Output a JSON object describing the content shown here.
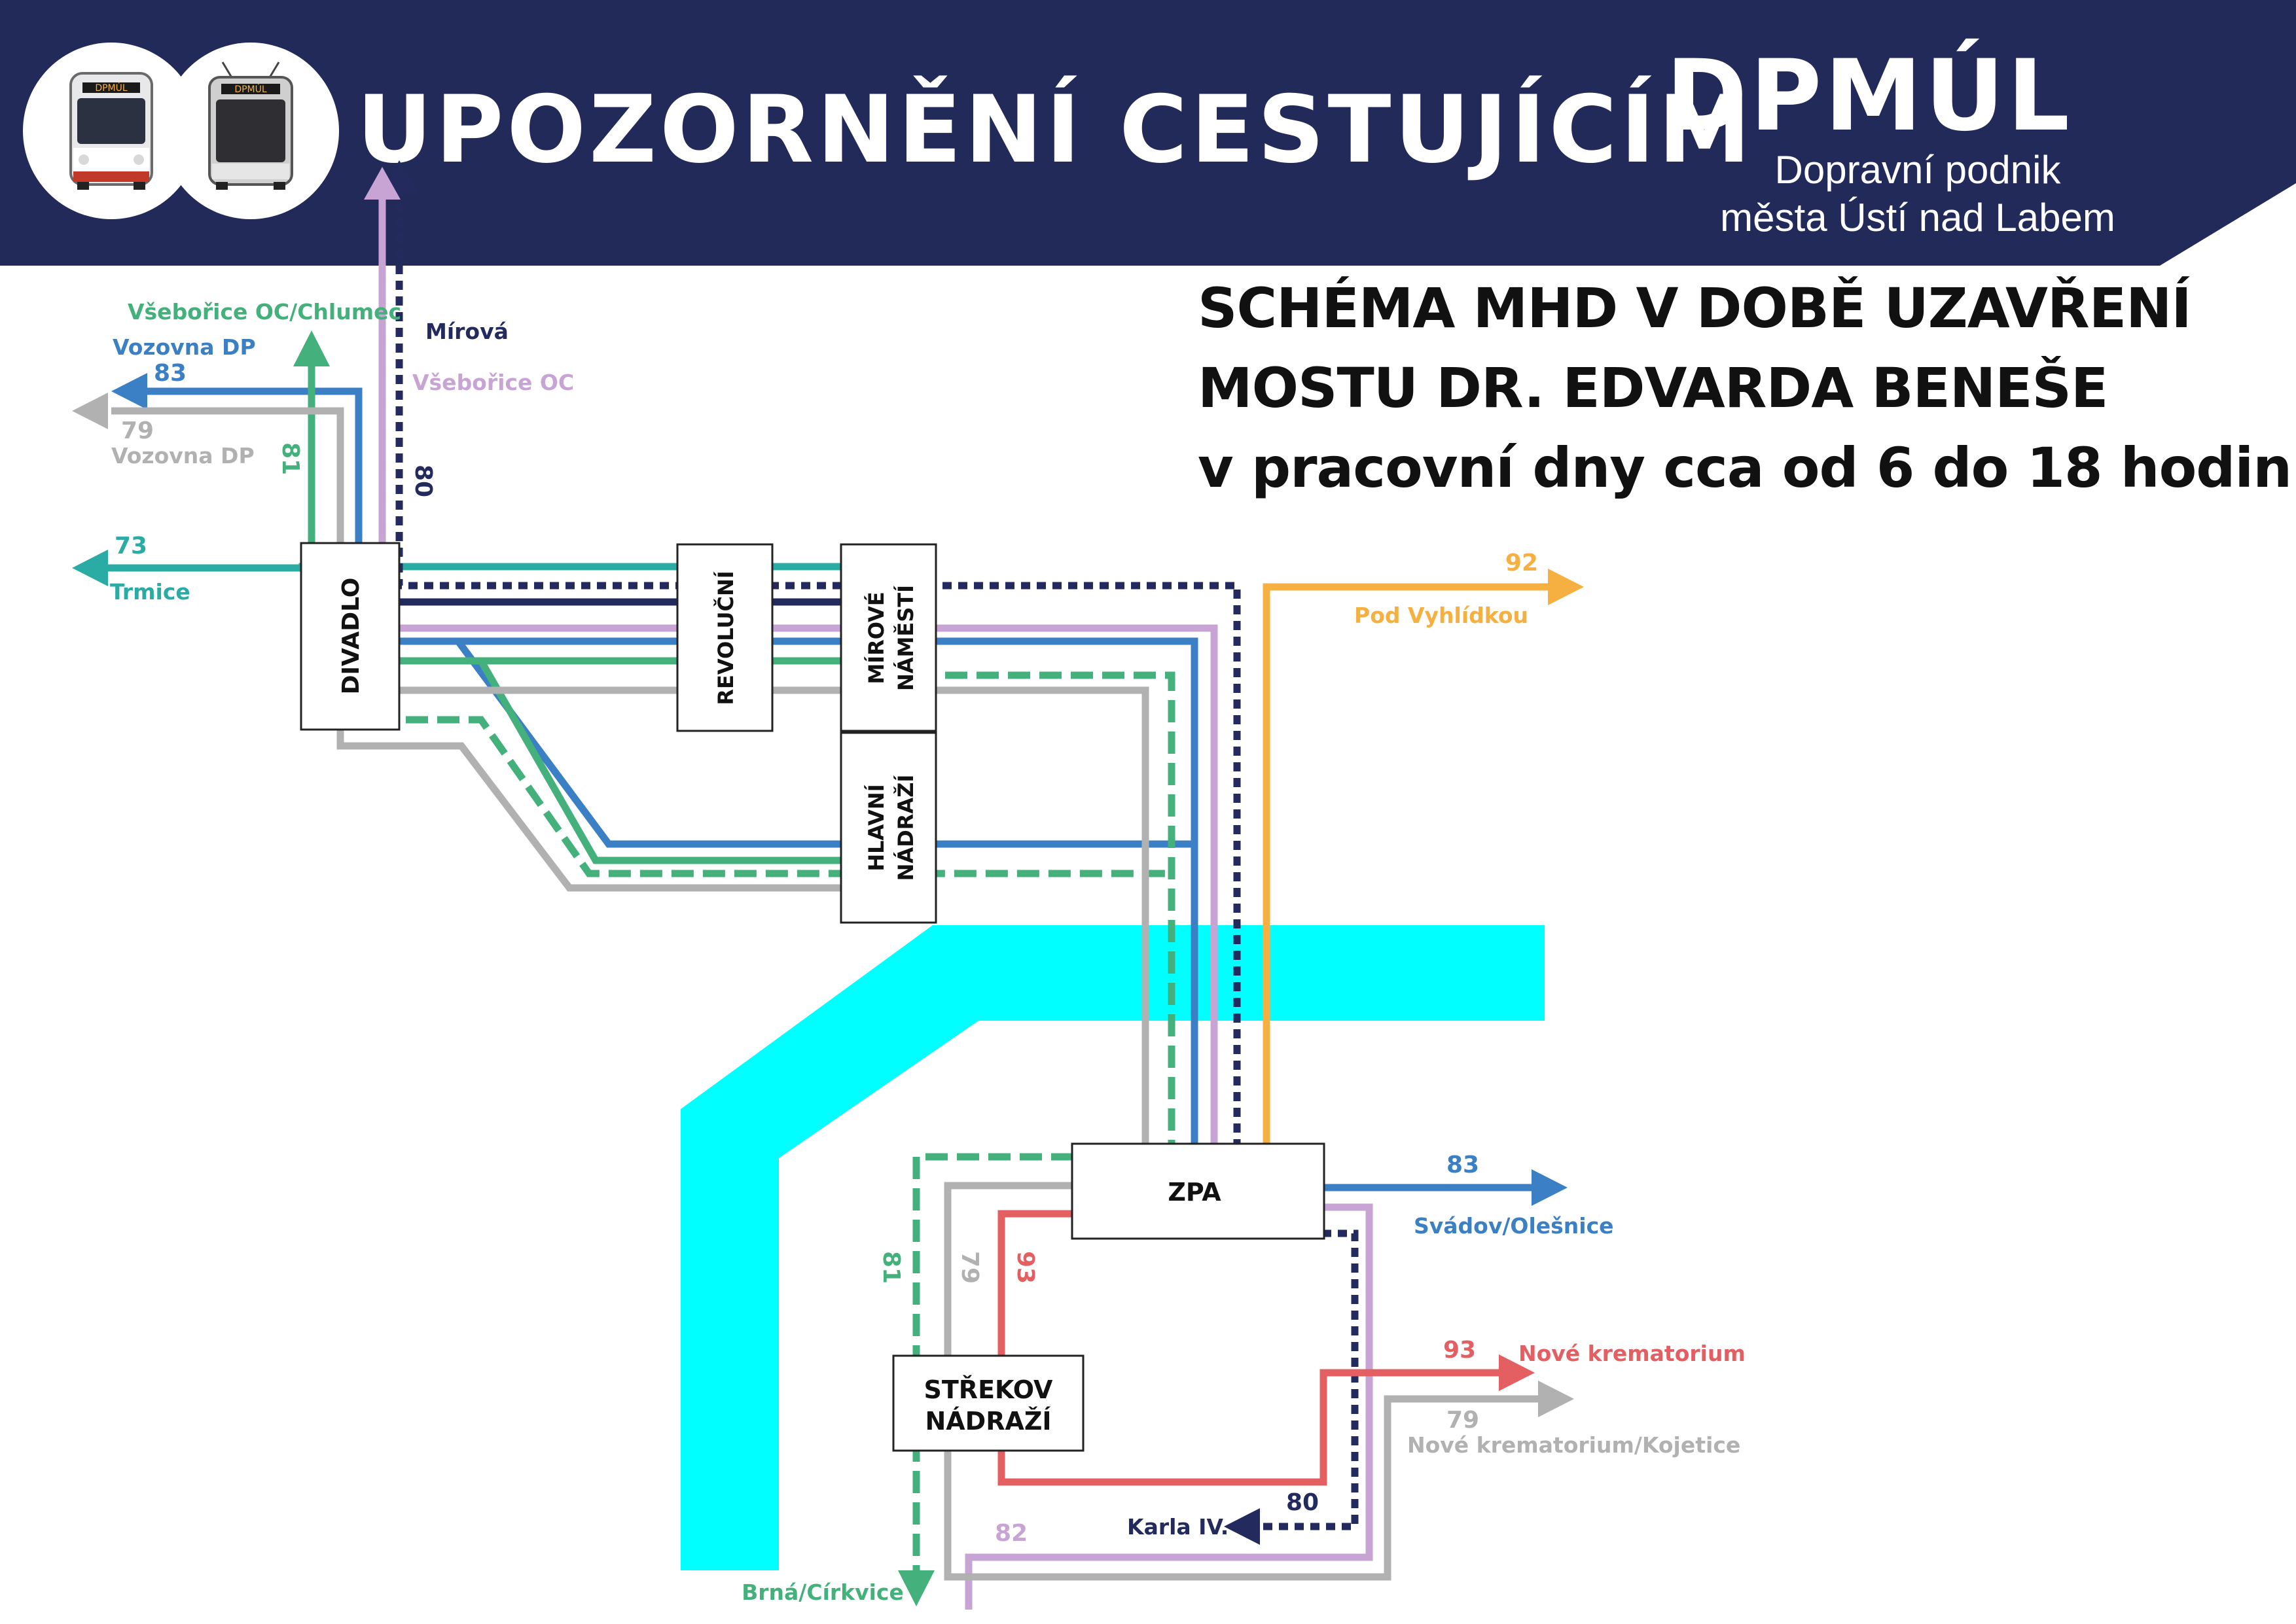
{
  "header": {
    "title": "UPOZORNĚNÍ CESTUJÍCÍM",
    "logo": "DPMÚL",
    "company_line1": "Dopravní podnik",
    "company_line2": "města Ústí nad Labem",
    "bus_text": "DPMÚL",
    "background_color": "#222a5a"
  },
  "notice": {
    "line1": "SCHÉMA MHD V DOBĚ UZAVŘENÍ",
    "line2": "MOSTU DR. EDVARDA BENEŠE",
    "line3": "v pracovní dny cca od 6 do 18 hodin"
  },
  "stops": {
    "divadlo": "DIVADLO",
    "revolucni": "REVOLUČNÍ",
    "mirove_1": "MÍROVÉ",
    "mirove_2": "NÁMĚSTÍ",
    "hlavni_1": "HLAVNÍ",
    "hlavni_2": "NÁDRAŽÍ",
    "zpa": "ZPA",
    "strekov_1": "STŘEKOV",
    "strekov_2": "NÁDRAŽÍ"
  },
  "lines": {
    "l73": {
      "number": "73",
      "destination": "Trmice",
      "color": "#2aaba4"
    },
    "l79": {
      "number": "79",
      "destination_west": "Vozovna DP",
      "destination_east": "Nové krematorium/Kojetice",
      "color": "#b1b1b1"
    },
    "l80": {
      "number": "80",
      "destination_north": "Mírová",
      "destination_south": "Karla IV.",
      "color": "#232a5d"
    },
    "l81": {
      "number": "81",
      "destination_north": "Všebořice OC/Chlumec",
      "destination_south": "Brná/Církvice",
      "color": "#44b07b"
    },
    "l82": {
      "number": "82",
      "destination": "Všebořice OC",
      "color": "#c8a4d4"
    },
    "l83": {
      "number": "83",
      "destination_west": "Vozovna DP",
      "destination_east": "Svádov/Olešnice",
      "color": "#3b7fc4"
    },
    "l92": {
      "number": "92",
      "destination": "Pod Vyhlídkou",
      "color": "#f5b041"
    },
    "l93": {
      "number": "93",
      "destination": "Nové krematorium",
      "color": "#e35f62"
    }
  },
  "river_color": "#00ffff"
}
